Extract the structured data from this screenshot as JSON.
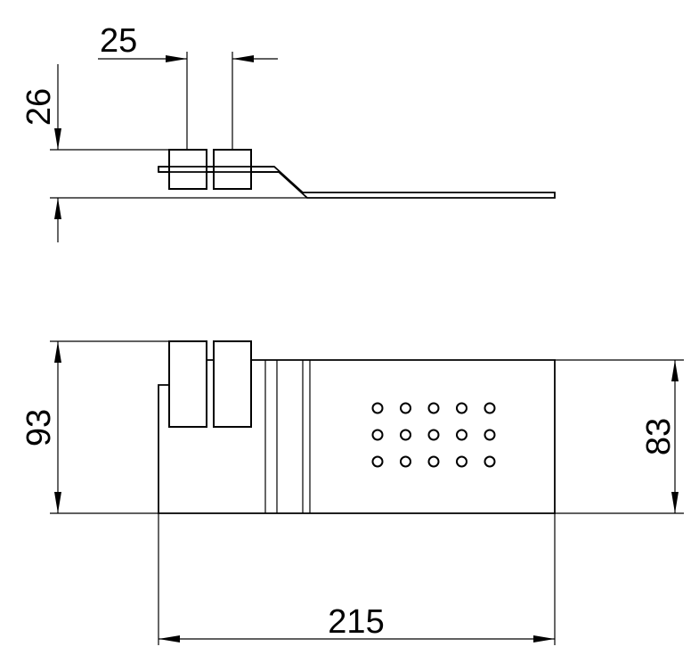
{
  "drawing": {
    "dimensions": {
      "side_height": "26",
      "side_width": "25",
      "front_height": "93",
      "front_right_height": "83",
      "front_width": "215"
    },
    "holes": {
      "rows": 3,
      "cols": 5
    }
  }
}
